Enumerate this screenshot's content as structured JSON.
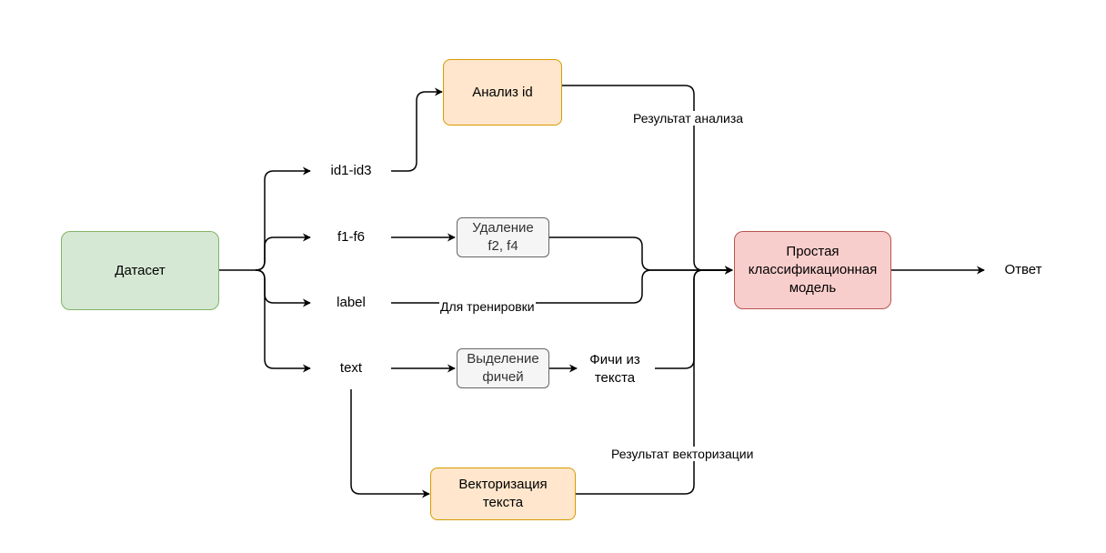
{
  "nodes": {
    "dataset": "Датасет",
    "id_analysis": "Анализ id",
    "id_range": "id1-id3",
    "f_range": "f1-f6",
    "delete_f": "Удаление\nf2, f4",
    "label": "label",
    "text": "text",
    "feature_extraction": "Выделение\nфичей",
    "text_features": "Фичи из\nтекста",
    "text_vectorization": "Векторизация\nтекста",
    "simple_model": "Простая\nклассификационная\nмодель",
    "answer": "Ответ"
  },
  "edge_labels": {
    "analysis_result": "Результат анализа",
    "for_training": "Для тренировки",
    "vectorization_result": "Результат векторизации"
  },
  "colors": {
    "green_fill": "#d5e8d4",
    "green_stroke": "#82b366",
    "orange_fill": "#ffe6cc",
    "orange_stroke": "#d79b00",
    "red_fill": "#f8cecc",
    "red_stroke": "#b85450",
    "gray_fill": "#f5f5f5",
    "gray_stroke": "#666666"
  }
}
